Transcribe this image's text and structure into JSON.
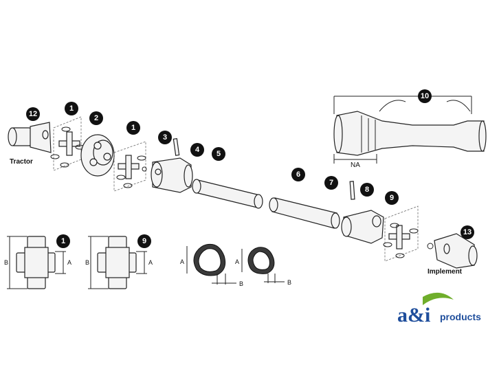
{
  "labels": {
    "tractor": "Tractor",
    "implement": "Implement",
    "na": "NA",
    "dim_a": "A",
    "dim_b": "B"
  },
  "callouts": [
    "12",
    "1",
    "2",
    "1",
    "3",
    "4",
    "5",
    "6",
    "7",
    "8",
    "9",
    "10",
    "13",
    "1",
    "9"
  ],
  "logo": {
    "mark": "a&i",
    "word": "products",
    "colors": {
      "primary": "#1f4e9c",
      "accent": "#6fae2b"
    }
  }
}
